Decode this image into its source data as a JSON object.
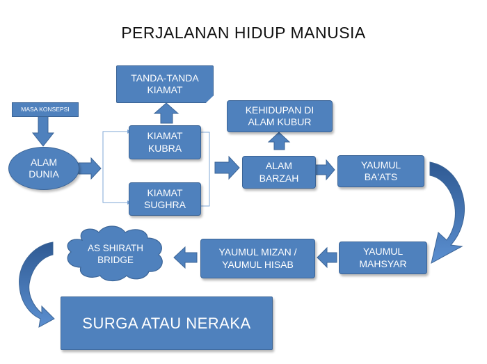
{
  "title": "PERJALANAN HIDUP MANUSIA",
  "nodes": {
    "masa_konsepsi": "MASA KONSEPSI",
    "alam_dunia": "ALAM\nDUNIA",
    "tanda_tanda_kiamat": "TANDA-TANDA\nKIAMAT",
    "kiamat_kubra": "KIAMAT\nKUBRA",
    "kiamat_sughra": "KIAMAT\nSUGHRA",
    "kehidupan_alam_kubur": "KEHIDUPAN DI\nALAM KUBUR",
    "alam_barzah": "ALAM\nBARZAH",
    "yaumul_baats": "YAUMUL\nBA'ATS",
    "yaumul_mahsyar": "YAUMUL\nMAHSYAR",
    "yaumul_mizan": "YAUMUL MIZAN /\nYAUMUL HISAB",
    "as_shirath": "AS SHIRATH\nBRIDGE",
    "surga_neraka": "SURGA ATAU NERAKA"
  },
  "colors": {
    "fill": "#4f81bd",
    "border": "#3b6496",
    "text": "#ffffff",
    "connector": "#7fa7d6"
  }
}
